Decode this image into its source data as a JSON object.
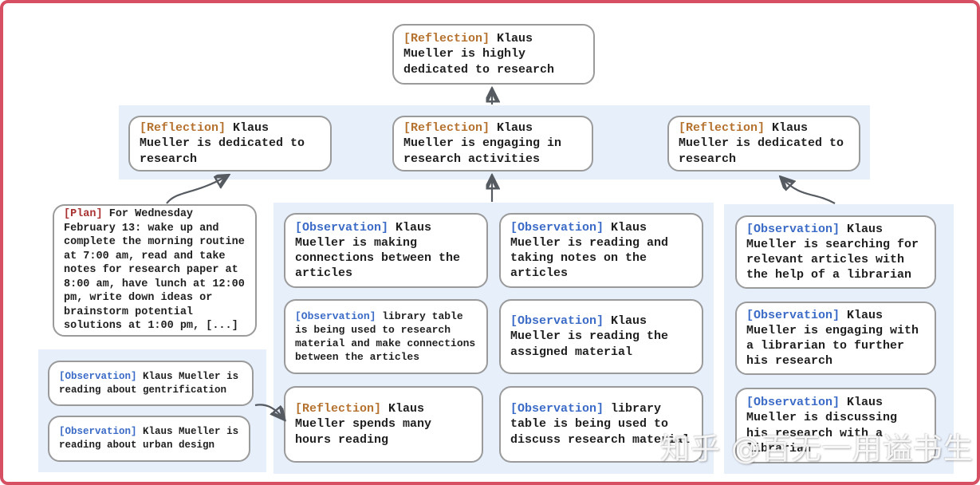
{
  "colors": {
    "frame": "#d64f63",
    "band_background": "#e7effb",
    "box_border": "#9a9a9a",
    "box_background": "#ffffff",
    "text": "#1f1f1f",
    "tag_reflection": "#b5722f",
    "tag_plan": "#a93232",
    "tag_observation": "#3b6bc7",
    "arrow": "#565b62"
  },
  "nodes": {
    "top": {
      "tag": "[Reflection]",
      "text": "Klaus Mueller is highly dedicated to research"
    },
    "row2_left": {
      "tag": "[Reflection]",
      "text": "Klaus Mueller is dedicated to research"
    },
    "row2_mid": {
      "tag": "[Reflection]",
      "text": "Klaus Mueller is engaging in research activities"
    },
    "row2_right": {
      "tag": "[Reflection]",
      "text": "Klaus Mueller is dedicated to research"
    },
    "plan": {
      "tag": "[Plan]",
      "text": "For Wednesday February 13: wake up and complete the morning routine at 7:00 am, read and take notes for research paper at 8:00 am, have lunch at 12:00 pm, write down ideas or brainstorm potential solutions at 1:00 pm, [...]"
    },
    "left_obs_1": {
      "tag": "[Observation]",
      "text": "Klaus Mueller is reading about gentrification"
    },
    "left_obs_2": {
      "tag": "[Observation]",
      "text": "Klaus Mueller is reading about urban design"
    },
    "mid_r1c1": {
      "tag": "[Observation]",
      "text": "Klaus Mueller is making connections between the articles"
    },
    "mid_r1c2": {
      "tag": "[Observation]",
      "text": "Klaus Mueller is reading and taking notes on the articles"
    },
    "mid_r2c1": {
      "tag": "[Observation]",
      "text": "library table is being used to research material and make connections between the articles"
    },
    "mid_r2c2": {
      "tag": "[Observation]",
      "text": "Klaus Mueller is reading the assigned material"
    },
    "mid_r3c1": {
      "tag": "[Reflection]",
      "text": "Klaus Mueller spends many hours reading"
    },
    "mid_r3c2": {
      "tag": "[Observation]",
      "text": "library table is being used to discuss research material"
    },
    "right_r1": {
      "tag": "[Observation]",
      "text": "Klaus Mueller is searching for relevant articles with the help of a librarian"
    },
    "right_r2": {
      "tag": "[Observation]",
      "text": "Klaus Mueller is engaging with a librarian to further his research"
    },
    "right_r3": {
      "tag": "[Observation]",
      "text": "Klaus Mueller is discussing his research with a librarian"
    }
  },
  "watermark": "知乎 @百无一用谥书生"
}
